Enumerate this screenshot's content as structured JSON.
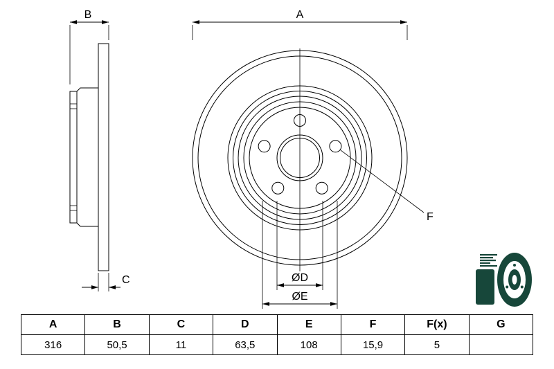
{
  "drawing": {
    "line_color": "#000000",
    "icon_color": "#17473a",
    "dim_labels": {
      "a": "A",
      "b": "B",
      "c": "C",
      "d": "ØD",
      "e": "ØE",
      "f": "F"
    }
  },
  "table": {
    "headers": [
      "A",
      "B",
      "C",
      "D",
      "E",
      "F",
      "F(x)",
      "G"
    ],
    "values": [
      "316",
      "50,5",
      "11",
      "63,5",
      "108",
      "15,9",
      "5",
      ""
    ]
  }
}
